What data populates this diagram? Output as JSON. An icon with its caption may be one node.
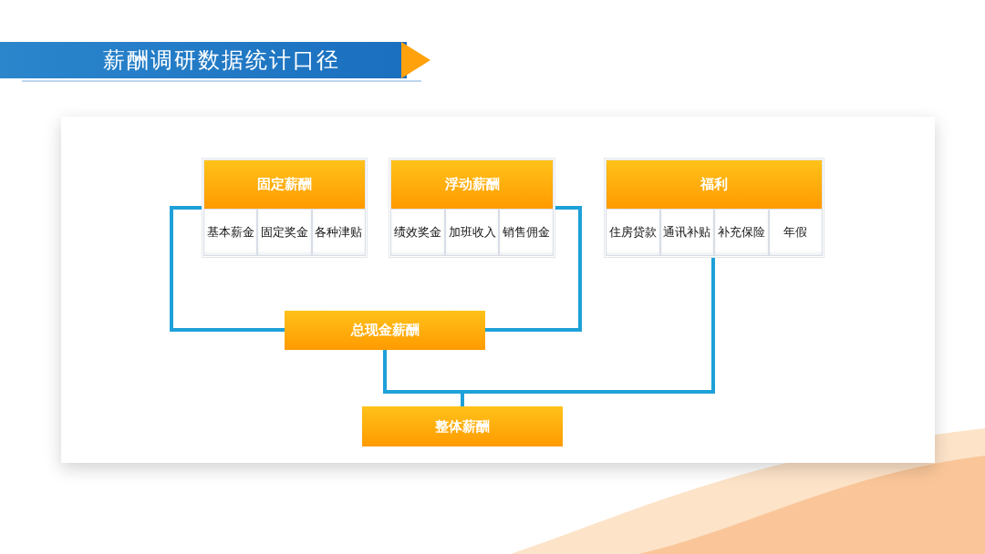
{
  "diagram": {
    "title": "薪酬调研数据统计口径",
    "nodes": [
      {
        "text": [
          "固定薪酬"
        ]
      },
      {
        "text": [
          "基本薪金"
        ],
        "in": 0
      },
      {
        "text": [
          "固定奖金"
        ],
        "in": 0
      },
      {
        "text": [
          "各种津贴"
        ],
        "in": 0
      },
      {
        "text": [
          "浮动薪酬"
        ]
      },
      {
        "text": [
          "绩效奖金"
        ],
        "in": 4
      },
      {
        "text": [
          "加班收入"
        ],
        "in": 4
      },
      {
        "text": [
          "销售佣金"
        ],
        "in": 4
      },
      {
        "text": [
          "福利"
        ]
      },
      {
        "text": [
          "住房贷款"
        ],
        "in": 8
      },
      {
        "text": [
          "通讯补贴"
        ],
        "in": 8
      },
      {
        "text": [
          "补充保险"
        ],
        "in": 8
      },
      {
        "text": [
          "年假"
        ],
        "in": 8
      },
      {
        "text": [
          "总现金薪酬"
        ]
      },
      {
        "text": [
          "整体薪酬"
        ]
      }
    ],
    "edges": [
      {
        "from": 0,
        "to": 13,
        "arrow": "none"
      },
      {
        "from": 4,
        "to": 13,
        "arrow": "none"
      },
      {
        "from": 13,
        "to": 14,
        "arrow": "none"
      },
      {
        "from": 8,
        "to": 14,
        "arrow": "none"
      }
    ]
  }
}
